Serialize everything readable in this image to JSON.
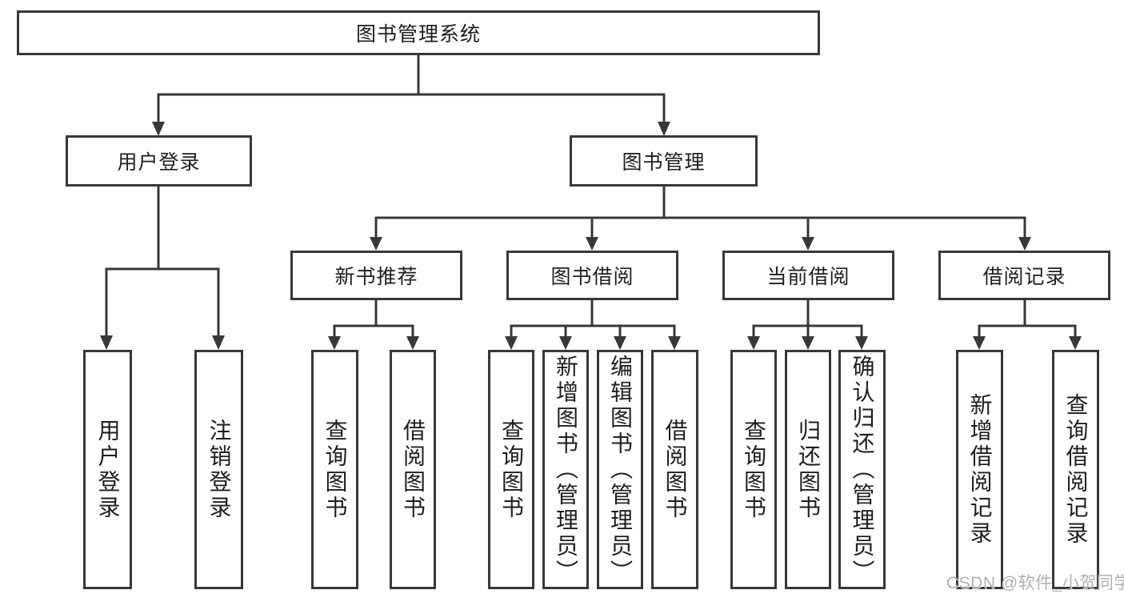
{
  "colors": {
    "background": "#ffffff",
    "line": "#383838",
    "text": "#1e1e1e",
    "watermark": "#b0b0b0"
  },
  "watermark": {
    "text": "CSDN @软件_小贺同学"
  },
  "tree": {
    "label": "图书管理系统",
    "children": [
      {
        "label": "用户登录",
        "children": [
          {
            "label": "用户登录"
          },
          {
            "label": "注销登录"
          }
        ]
      },
      {
        "label": "图书管理",
        "children": [
          {
            "label": "新书推荐",
            "children": [
              {
                "label": "查询图书"
              },
              {
                "label": "借阅图书"
              }
            ]
          },
          {
            "label": "图书借阅",
            "children": [
              {
                "label": "查询图书"
              },
              {
                "label": "新增图书（管理员）"
              },
              {
                "label": "编辑图书（管理员）"
              },
              {
                "label": "借阅图书"
              }
            ]
          },
          {
            "label": "当前借阅",
            "children": [
              {
                "label": "查询图书"
              },
              {
                "label": "归还图书"
              },
              {
                "label": "确认归还（管理员）"
              }
            ]
          },
          {
            "label": "借阅记录",
            "children": [
              {
                "label": "新增借阅记录"
              },
              {
                "label": "查询借阅记录"
              }
            ]
          }
        ]
      }
    ]
  }
}
